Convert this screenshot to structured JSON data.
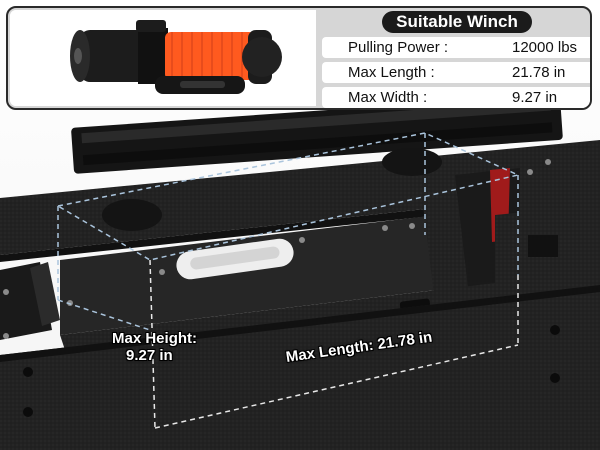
{
  "spec_card": {
    "title": "Suitable Winch",
    "rows": [
      {
        "label": "Pulling Power :",
        "value": "12000 lbs"
      },
      {
        "label": "Max Length :",
        "value": "21.78 in"
      },
      {
        "label": "Max Width :",
        "value": "9.27 in"
      }
    ]
  },
  "dimensions": {
    "height_label": "Max Height:",
    "height_value": "9.27  in",
    "length_label": "Max Length:  21.78 in"
  },
  "colors": {
    "rope": "#ff5a1f",
    "bumper": "#1f1f1f",
    "dashed_guides": "#aac4dc",
    "dashed_guides_white": "#e8e8e8"
  }
}
